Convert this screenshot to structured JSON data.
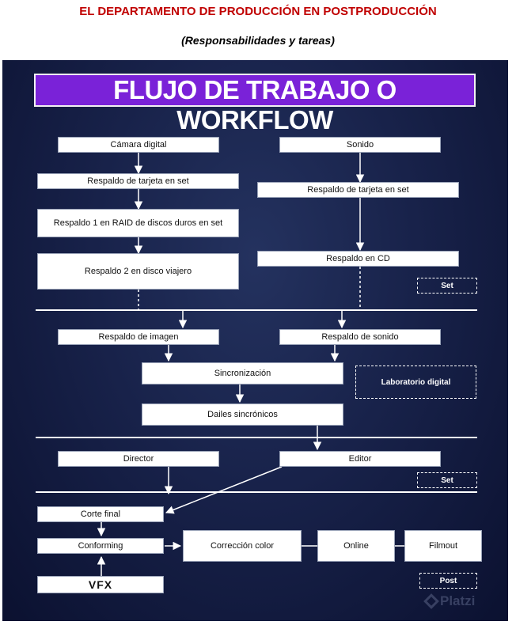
{
  "document": {
    "title": "EL DEPARTAMENTO DE PRODUCCIÓN EN POSTPRODUCCIÓN",
    "subtitle": "(Responsabilidades y tareas)"
  },
  "slide": {
    "banner": "FLUJO DE TRABAJO O WORKFLOW",
    "boxes": {
      "camara": "Cámara digital",
      "sonido": "Sonido",
      "respaldo_tarjeta_1": "Respaldo de tarjeta en set",
      "respaldo_tarjeta_2": "Respaldo de tarjeta en set",
      "respaldo_raid": "Respaldo 1 en RAID de discos duros en set",
      "respaldo_cd": "Respaldo en CD",
      "respaldo_viajero": "Respaldo 2 en disco viajero",
      "respaldo_imagen": "Respaldo de imagen",
      "respaldo_sonido": "Respaldo de sonido",
      "sincronizacion": "Sincronización",
      "dailies": "Dailes sincrónicos",
      "director": "Director",
      "editor": "Editor",
      "corte_final": "Corte final",
      "conforming": "Conforming",
      "correccion_color": "Corrección color",
      "online": "Online",
      "filmout": "Filmout",
      "vfx": "VFX"
    },
    "tags": {
      "set_1": "Set",
      "laboratorio": "Laboratorio digital",
      "set_2": "Set",
      "post": "Post"
    },
    "watermark": "Platzi"
  },
  "colors": {
    "title_red": "#c00000",
    "banner_purple": "#7a22d8",
    "panel_navy": "#18224a"
  }
}
